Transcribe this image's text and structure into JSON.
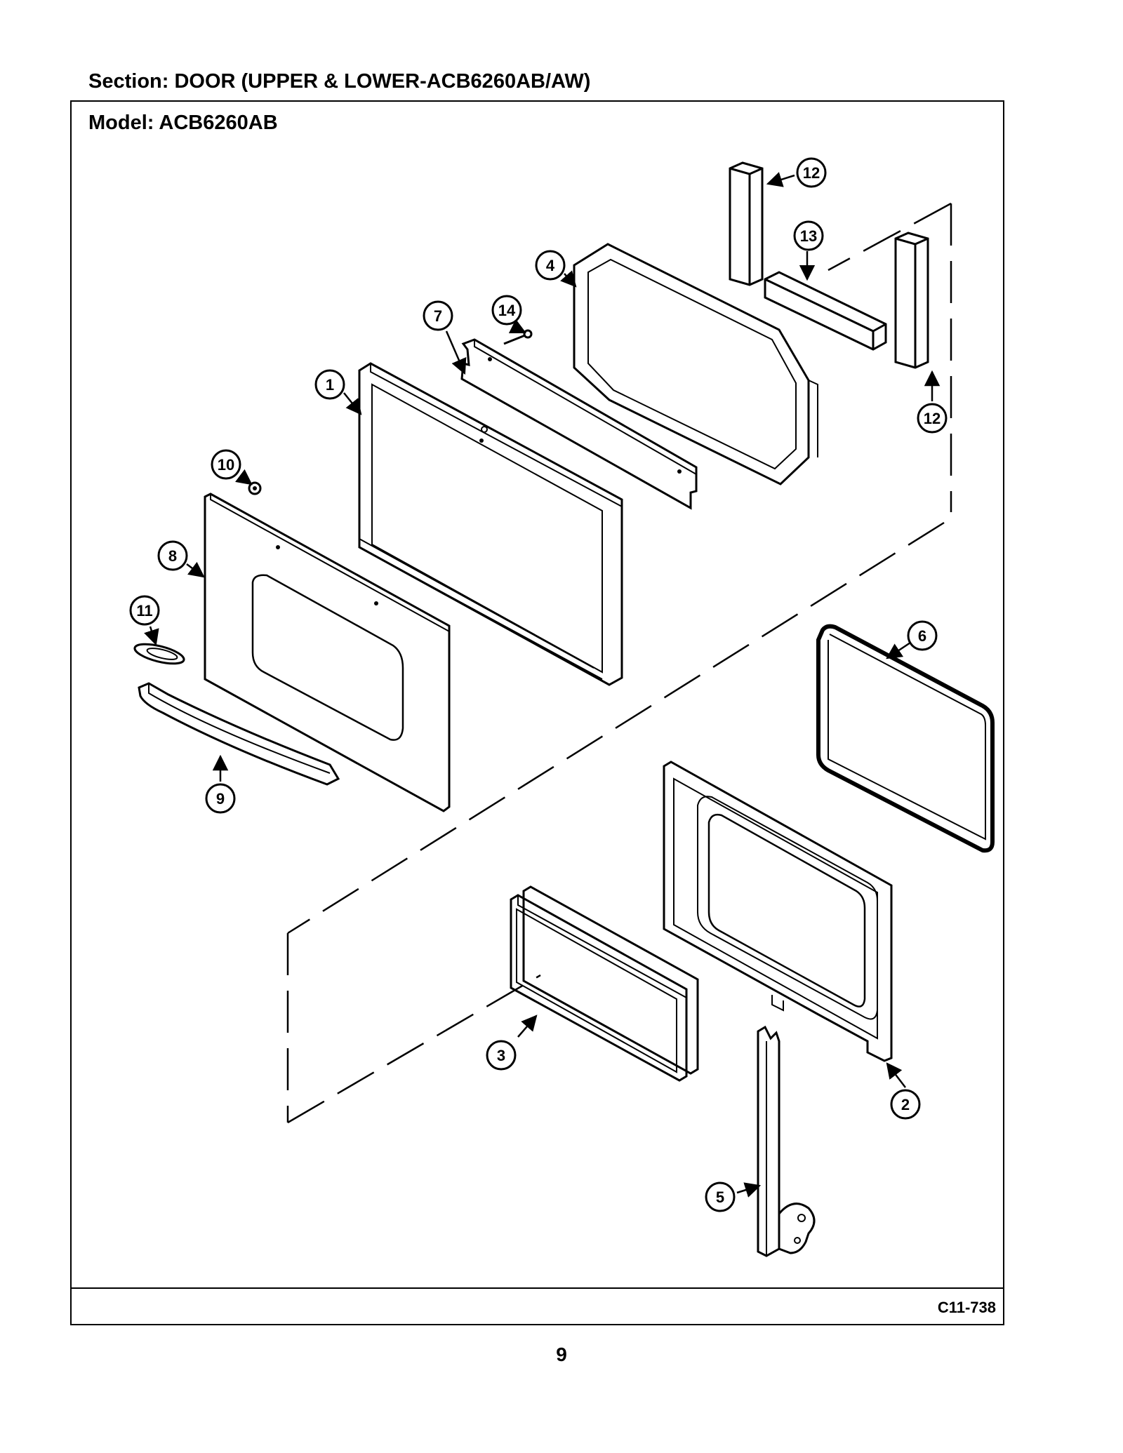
{
  "section_title": "Section:  DOOR (UPPER & LOWER-ACB6260AB/AW)",
  "model_title": "Model:  ACB6260AB",
  "diagram_code": "C11-738",
  "page_number": "9",
  "callouts": [
    {
      "id": "1",
      "label": "1"
    },
    {
      "id": "2",
      "label": "2"
    },
    {
      "id": "3",
      "label": "3"
    },
    {
      "id": "4",
      "label": "4"
    },
    {
      "id": "5",
      "label": "5"
    },
    {
      "id": "6",
      "label": "6"
    },
    {
      "id": "7",
      "label": "7"
    },
    {
      "id": "8",
      "label": "8"
    },
    {
      "id": "9",
      "label": "9"
    },
    {
      "id": "10",
      "label": "10"
    },
    {
      "id": "11",
      "label": "11"
    },
    {
      "id": "12a",
      "label": "12"
    },
    {
      "id": "12b",
      "label": "12"
    },
    {
      "id": "13",
      "label": "13"
    },
    {
      "id": "14",
      "label": "14"
    }
  ]
}
